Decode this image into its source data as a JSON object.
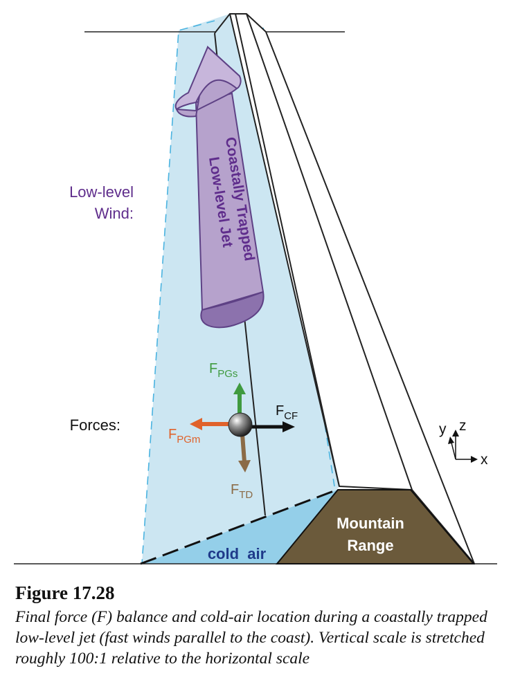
{
  "labels": {
    "low_level_wind": [
      "Low-level",
      "Wind:"
    ],
    "forces": "Forces:",
    "jet": [
      "Coastally Trapped",
      "Low-level Jet"
    ],
    "cold_air": "cold  air",
    "mountain": [
      "Mountain",
      "Range"
    ],
    "f_pgs": {
      "main": "F",
      "sub": "PGs"
    },
    "f_pgm": {
      "main": "F",
      "sub": "PGm"
    },
    "f_cf": {
      "main": "F",
      "sub": "CF"
    },
    "f_td": {
      "main": "F",
      "sub": "TD"
    },
    "axis_x": "x",
    "axis_y": "y",
    "axis_z": "z"
  },
  "caption": {
    "title": "Figure 17.28",
    "text": "Final force (F) balance and cold-air location during a coastally trapped low-level jet (fast winds parallel to the coast).  Vertical scale is stretched roughly 100:1 relative to the horizontal scale"
  },
  "colors": {
    "light_blue": "#cce6f2",
    "cold_air_blue": "#94cfe9",
    "dashed_blue": "#4ab3e0",
    "jet_fill": "#b6a2cc",
    "jet_dark": "#8c72ad",
    "purple_text": "#5f2d8c",
    "mountain": "#6b5a3b",
    "green": "#3f9a3f",
    "orange": "#e0622b",
    "brown_arrow": "#8b6b47",
    "navy": "#1f3a8a"
  }
}
